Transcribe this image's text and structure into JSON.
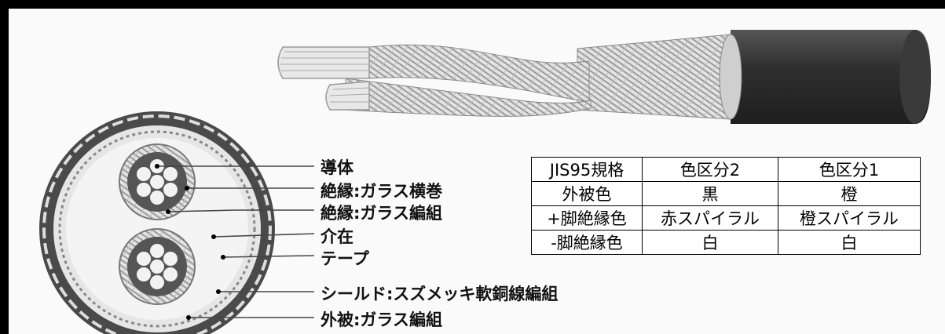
{
  "labels": [
    "導体",
    "絶縁:ガラス横巻",
    "絶縁:ガラス編組",
    "介在",
    "テープ",
    "シールド:スズメッキ軟銅線編組",
    "外被:ガラス編組"
  ],
  "table": {
    "rows": [
      [
        "JIS95規格",
        "色区分2",
        "色区分1"
      ],
      [
        "外被色",
        "黒",
        "橙"
      ],
      [
        "+脚絶縁色",
        "赤スパイラル",
        "橙スパイラル"
      ],
      [
        "-脚絶縁色",
        "白",
        "白"
      ]
    ]
  },
  "colors": {
    "jacket": "#3a3a3a",
    "braid": "#d8d8d8",
    "frame": "#000000"
  }
}
